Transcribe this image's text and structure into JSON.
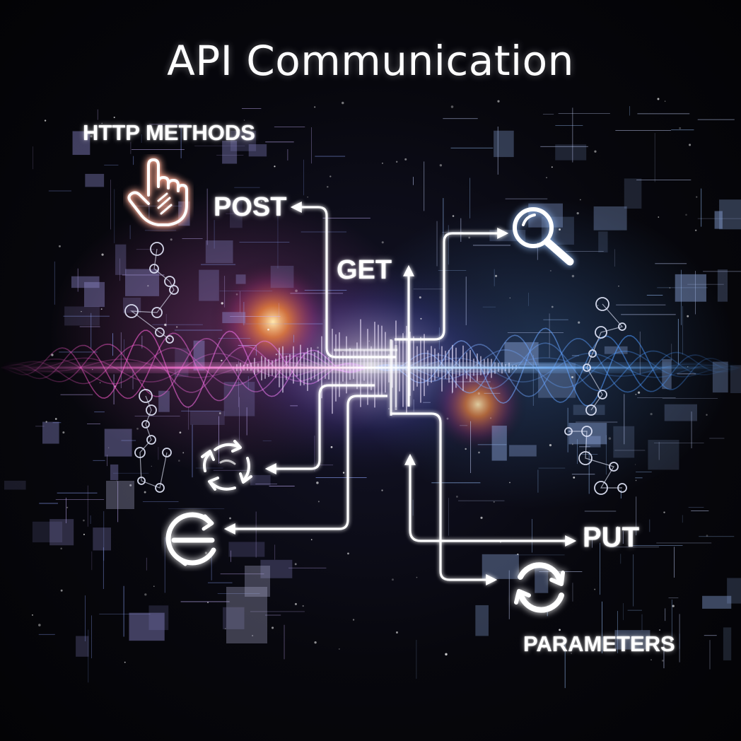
{
  "title": "API Communication",
  "labels": {
    "http_methods": "HTTP METHODS",
    "post": "POST",
    "get": "GET",
    "put": "PUT",
    "parameters": "PARAMETERS"
  },
  "icons": {
    "hand": "pointing-hand-icon",
    "search": "magnifier-icon",
    "refresh": "refresh-arrows-icon",
    "remove": "minus-circle-icon",
    "sync": "sync-circle-icon"
  },
  "colors": {
    "background": "#050508",
    "wave_pink": "#ff6ad5",
    "wave_blue": "#5aa8ff",
    "glow_orange": "#ff8a3a",
    "line_white": "#ffffff"
  }
}
